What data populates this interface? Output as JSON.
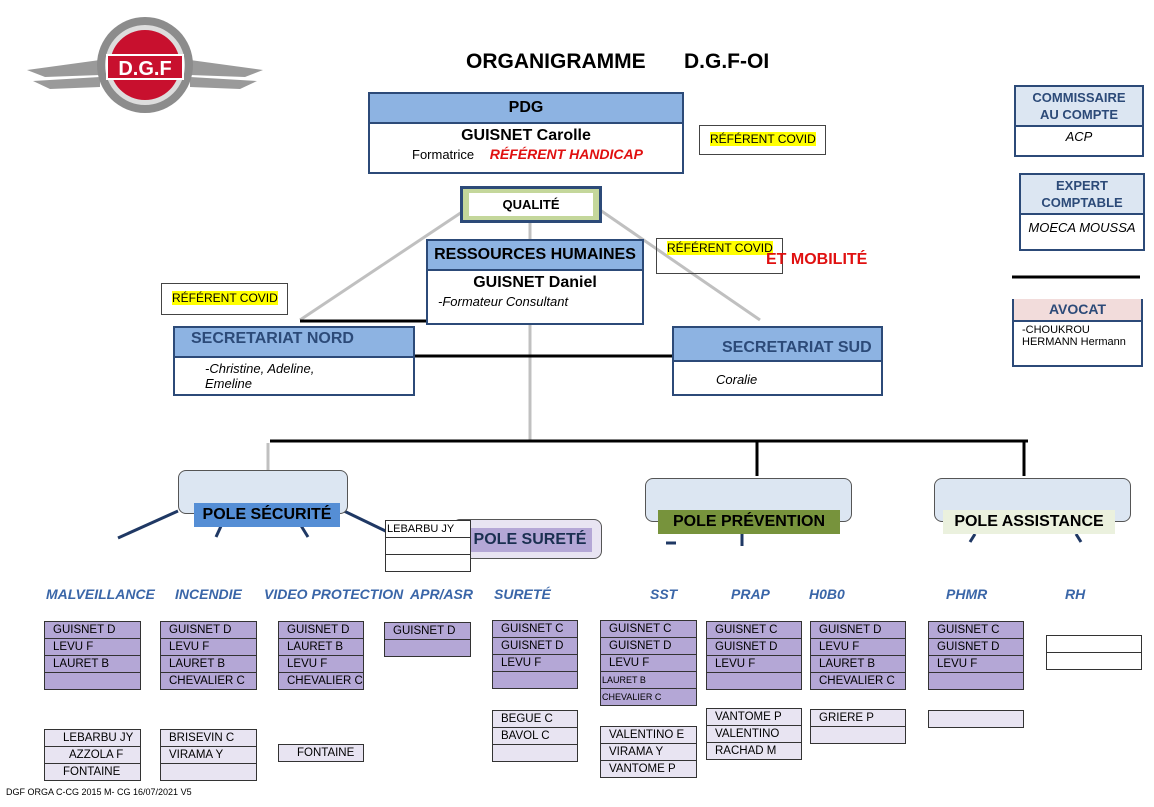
{
  "title_left": "ORGANIGRAMME",
  "title_right": "D.G.F-OI",
  "logo_text": "D.G.F",
  "pdg": {
    "header": "PDG",
    "name": "GUISNET Carolle",
    "role": "Formatrice",
    "tag": "RÉFÉRENT HANDICAP"
  },
  "covid1": "RÉFÉRENT COVID",
  "qualite": "QUALITÉ",
  "rh": {
    "header": "RESSOURCES HUMAINES",
    "name": "GUISNET Daniel",
    "role": "-Formateur Consultant"
  },
  "covid2": "RÉFÉRENT COVID",
  "mobilite": "ET MOBILITÉ",
  "covid3": "RÉFÉRENT COVID",
  "sec_nord": {
    "header": "SECRETARIAT NORD",
    "body_line1": "-Christine, Adeline,",
    "body_line2": "Emeline"
  },
  "sec_sud": {
    "header": "SECRETARIAT SUD",
    "body": "Coralie"
  },
  "commissaire": {
    "header_line1": "COMMISSAIRE",
    "header_line2": "AU COMPTE",
    "body": "ACP"
  },
  "expert": {
    "header_line1": "EXPERT",
    "header_line2": "COMPTABLE",
    "body": "MOECA MOUSSA"
  },
  "avocat": {
    "header": "AVOCAT",
    "line1": "-CHOUKROU",
    "line2": "HERMANN Hermann"
  },
  "poles": {
    "securite": "POLE    SÉCURITÉ",
    "surete": "POLE    SURETÉ",
    "prevention": "POLE    PRÉVENTION",
    "assistance": "POLE     ASSISTANCE"
  },
  "lebarbu_small": "LEBARBU JY",
  "categories": [
    "MALVEILLANCE",
    "INCENDIE",
    "VIDEO PROTECTION",
    "APR/ASR",
    "SURETÉ",
    "SST",
    "PRAP",
    "H0B0",
    "PHMR",
    "RH"
  ],
  "malveillance": [
    "GUISNET D",
    "LEVU F",
    "LAURET B",
    ""
  ],
  "malveillance2": [
    "LEBARBU JY",
    "AZZOLA F",
    "FONTAINE"
  ],
  "incendie": [
    "GUISNET D",
    "LEVU F",
    "LAURET B",
    "CHEVALIER C"
  ],
  "incendie2": [
    "BRISEVIN C",
    "VIRAMA Y",
    ""
  ],
  "video": [
    "GUISNET D",
    "LAURET B",
    "LEVU  F",
    "CHEVALIER C"
  ],
  "video2": [
    "FONTAINE"
  ],
  "apr": [
    "GUISNET D",
    ""
  ],
  "surete": [
    "GUISNET C",
    "GUISNET D",
    "LEVU F",
    ""
  ],
  "surete2": [
    "BEGUE C",
    "BAVOL C",
    ""
  ],
  "sst": [
    "GUISNET C",
    "GUISNET D",
    "LEVU F",
    "LAURET B",
    "CHEVALIER C"
  ],
  "sst2": [
    "VALENTINO E",
    "VIRAMA Y",
    "VANTOME P"
  ],
  "prap": [
    "GUISNET C",
    "GUISNET D",
    "LEVU F",
    ""
  ],
  "prap2": [
    "VANTOME P",
    "VALENTINO",
    "RACHAD M"
  ],
  "hobo": [
    "GUISNET D",
    "LEVU F",
    "LAURET B",
    "CHEVALIER C"
  ],
  "hobo2": [
    "GRIERE P",
    ""
  ],
  "phmr": [
    "GUISNET C",
    "GUISNET D",
    "LEVU F",
    ""
  ],
  "footer": "DGF ORGA C-CG 2015 M- CG 16/07/2021 V5"
}
